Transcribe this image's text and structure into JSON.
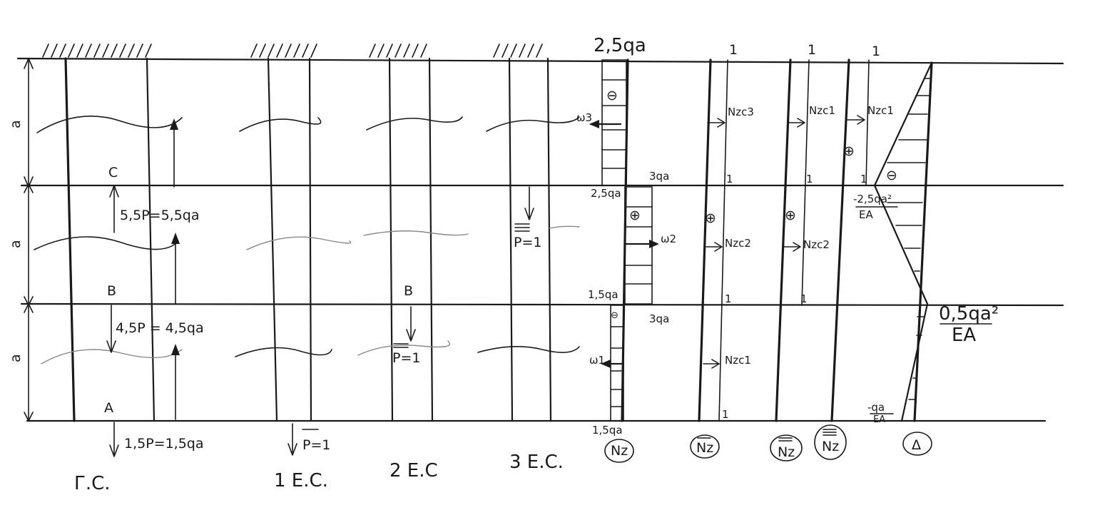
{
  "dimension": {
    "a": "a"
  },
  "points": {
    "a": "A",
    "b": "B",
    "c": "C"
  },
  "forces": {
    "f1": "1,5P=1,5qa",
    "f2": "4,5P = 4,5qa",
    "f3": "5,5P=5,5qa",
    "unit_p1": "P=1",
    "unit_p2": "P=1",
    "unit_p3": "P=1"
  },
  "system_labels": {
    "gs": "Г.С.",
    "e1": "1 Е.С.",
    "e2": "2 Е.С",
    "e3": "3 Е.С."
  },
  "nz_diagram": {
    "top": "2,5qa",
    "at_c_left": "2,5qa",
    "at_c_right": "3qa",
    "at_b_left": "1,5qa",
    "at_b_right": "3qa",
    "bottom": "1,5qa",
    "minus": "⊖",
    "plus": "⊕",
    "w1": "ω1",
    "w2": "ω2",
    "w3": "ω3"
  },
  "unit_diagrams": {
    "one": "1",
    "d1_segments": [
      "Nzc3",
      "Nzc2",
      "Nzc1"
    ],
    "d2_segments": [
      "Nzc1",
      "Nzc2"
    ],
    "d3_segments": [
      "Nzc1"
    ],
    "plus": "⊕"
  },
  "delta_diagram": {
    "top_label": "1",
    "c_value": "-2,5qa²",
    "c_den": "EA",
    "b_value": "0,5qa²",
    "b_den": "EA",
    "a_value": "-qa",
    "a_den": "EA",
    "minus": "⊖"
  },
  "legend": {
    "nz": "Nz",
    "nz_bar": "Nz",
    "nz_dbar": "Nz",
    "nz_tbar": "Nz",
    "delta": "Δ"
  }
}
